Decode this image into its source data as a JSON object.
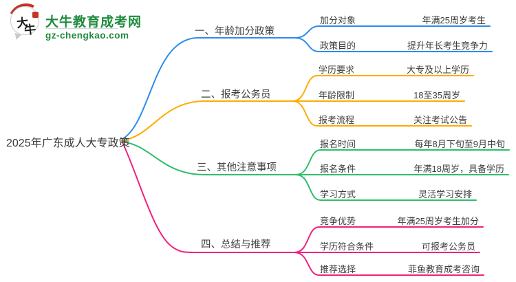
{
  "logo": {
    "icon_char1": "大",
    "icon_char2": "牛",
    "title": "大牛教育成考网",
    "domain": "gz-chengkao.com",
    "brand_green": "#1f8a3d",
    "seal_red": "#c63329"
  },
  "root": {
    "label": "2025年广东成人大专政策"
  },
  "branches": [
    {
      "label": "一、年龄加分政策",
      "color": "#2b8ce8",
      "children": [
        {
          "key": "加分对象",
          "value": "年满25周岁考生"
        },
        {
          "key": "政策目的",
          "value": "提升年长考生竞争力"
        }
      ]
    },
    {
      "label": "二、报考公务员",
      "color": "#ffab00",
      "children": [
        {
          "key": "学历要求",
          "value": "大专及以上学历"
        },
        {
          "key": "年龄限制",
          "value": "18至35周岁"
        },
        {
          "key": "报考流程",
          "value": "关注考试公告"
        }
      ]
    },
    {
      "label": "三、其他注意事项",
      "color": "#2ebd6b",
      "children": [
        {
          "key": "报名时间",
          "value": "每年8月下旬至9月中旬"
        },
        {
          "key": "报名条件",
          "value": "年满18周岁，具备学历"
        },
        {
          "key": "学习方式",
          "value": "灵活学习安排"
        }
      ]
    },
    {
      "label": "四、总结与推荐",
      "color": "#f0217c",
      "children": [
        {
          "key": "竞争优势",
          "value": "年满25周岁考生加分"
        },
        {
          "key": "学历符合条件",
          "value": "可报考公务员"
        },
        {
          "key": "推荐选择",
          "value": "菲鱼教育成考咨询"
        }
      ]
    }
  ]
}
